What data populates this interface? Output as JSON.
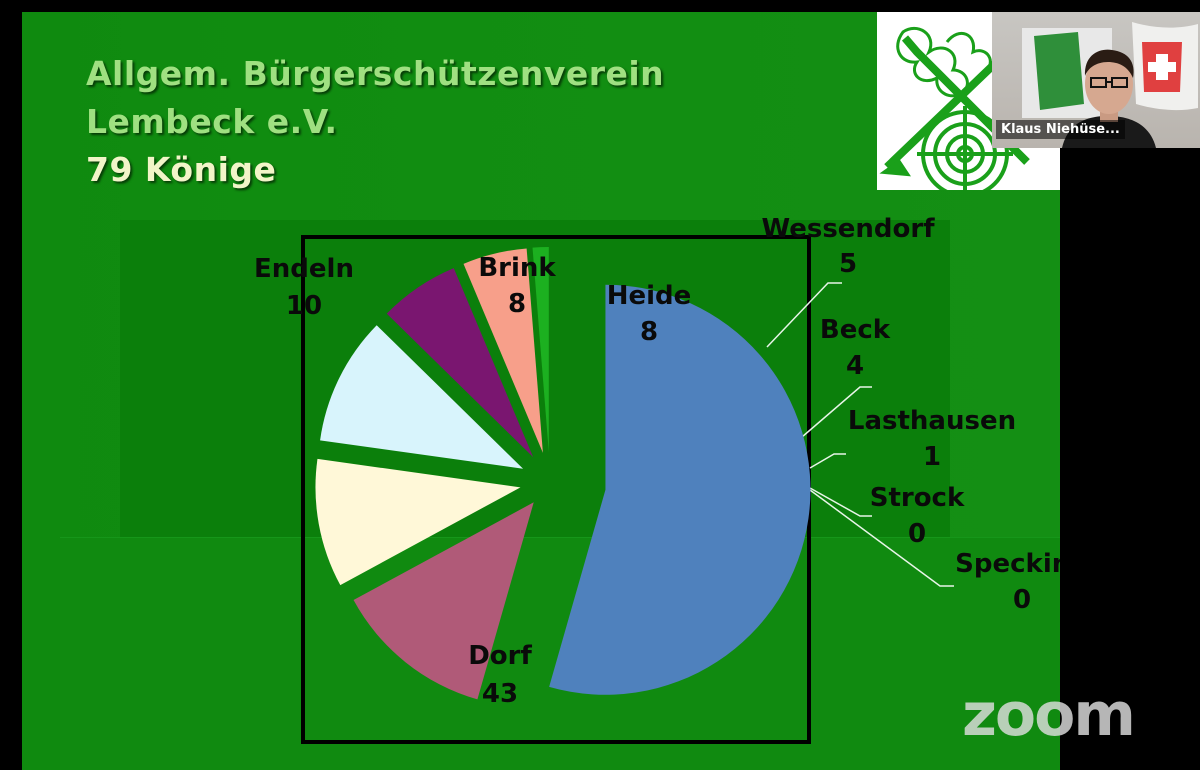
{
  "slide": {
    "title_line_1": "Allgem. Bürgerschützenverein",
    "title_line_2": "Lembeck e.V.",
    "title_line_3": "79 Könige"
  },
  "chart_data": {
    "type": "pie",
    "categories": [
      "Dorf",
      "Endeln",
      "Brink",
      "Heide",
      "Wessendorf",
      "Beck",
      "Lasthausen",
      "Strock",
      "Specking"
    ],
    "values": [
      43,
      10,
      8,
      8,
      5,
      4,
      1,
      0,
      0
    ],
    "labels": [
      {
        "name": "Dorf",
        "value": "43"
      },
      {
        "name": "Endeln",
        "value": "10"
      },
      {
        "name": "Brink",
        "value": "8"
      },
      {
        "name": "Heide",
        "value": "8"
      },
      {
        "name": "Wessendorf",
        "value": "5"
      },
      {
        "name": "Beck",
        "value": "4"
      },
      {
        "name": "Lasthausen",
        "value": "1"
      },
      {
        "name": "Strock",
        "value": "0"
      },
      {
        "name": "Specking",
        "value": "0"
      }
    ],
    "colors": [
      "#4f81bd",
      "#b05a78",
      "#fff8d8",
      "#d8f4fc",
      "#7a1670",
      "#f79f8a",
      "#1cb020",
      "#2a72c8",
      "#2a72c8"
    ],
    "exploded": true
  },
  "video": {
    "participant_name": "Klaus Niehüse..."
  },
  "watermark": {
    "text": "zoom"
  },
  "colors": {
    "slide_background": "#118d11",
    "title_green": "#9fe081",
    "title_cream": "#f2f5c8",
    "logo_green": "#1aa01a"
  },
  "icons": {
    "logo": "crossed-rifles-oak-target-logo",
    "watermark": "zoom-logo"
  }
}
